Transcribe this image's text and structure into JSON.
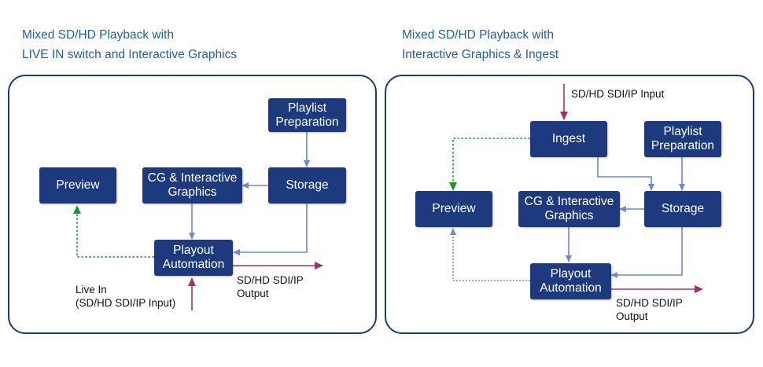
{
  "left_diagram": {
    "title_line1": "Mixed SD/HD Playback with",
    "title_line2": "LIVE IN switch and Interactive Graphics",
    "nodes": {
      "playlist_line1": "Playlist",
      "playlist_line2": "Preparation",
      "storage": "Storage",
      "cg_line1": "CG & Interactive",
      "cg_line2": "Graphics",
      "preview": "Preview",
      "playout_line1": "Playout",
      "playout_line2": "Automation"
    },
    "labels": {
      "output_line1": "SD/HD SDI/IP",
      "output_line2": "Output",
      "live_in_line1": "Live In",
      "live_in_line2": "(SD/HD SDI/IP Input)"
    }
  },
  "right_diagram": {
    "title_line1": "Mixed SD/HD Playback with",
    "title_line2": "Interactive Graphics & Ingest",
    "nodes": {
      "ingest": "Ingest",
      "playlist_line1": "Playlist",
      "playlist_line2": "Preparation",
      "storage": "Storage",
      "cg_line1": "CG & Interactive",
      "cg_line2": "Graphics",
      "preview": "Preview",
      "playout_line1": "Playout",
      "playout_line2": "Automation"
    },
    "labels": {
      "input": "SD/HD SDI/IP Input",
      "output_line1": "SD/HD SDI/IP",
      "output_line2": "Output"
    }
  },
  "colors": {
    "heading": "#1f5fa8",
    "node_fill": "#1d3a7f",
    "panel_border": "#1e3a78",
    "flow_arrow": "#6c8bc7",
    "io_arrow": "#a3306e",
    "preview_arrow_left": "#1a9a2a",
    "preview_arrow_right": "#6c8bc7"
  }
}
